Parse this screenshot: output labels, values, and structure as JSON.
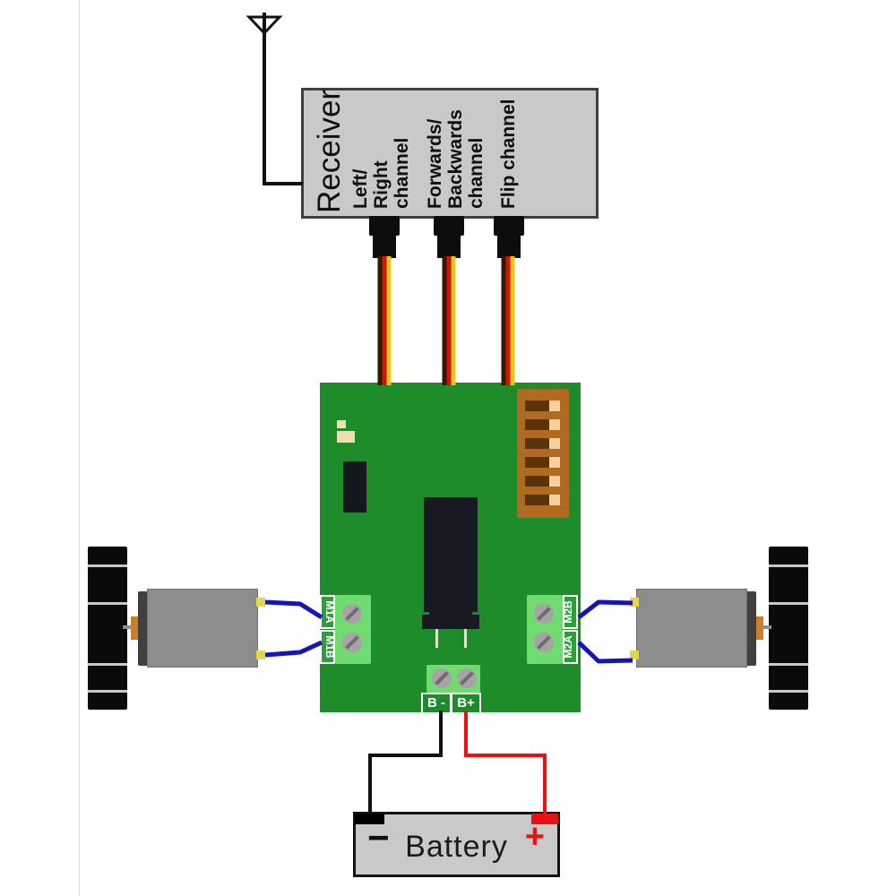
{
  "receiver": {
    "title": "Receiver",
    "channels": [
      {
        "lines": [
          "Left/",
          "Right",
          "channel"
        ]
      },
      {
        "lines": [
          "Forwards/",
          "Backwards",
          "channel"
        ]
      },
      {
        "lines": [
          "Flip channel"
        ]
      }
    ]
  },
  "board": {
    "m1_labels": [
      "M1A",
      "M1B"
    ],
    "m2_labels": [
      "M2B",
      "M2A"
    ],
    "battery_labels": [
      "B -",
      "B+"
    ],
    "dip_switch_count": 6
  },
  "battery": {
    "negative": "−",
    "label": "Battery",
    "positive": "+"
  },
  "colors": {
    "pcb_green": "#1f8c2c",
    "terminal_green": "#70db70",
    "receiver_gray": "#c9c9c9",
    "battery_gray": "#c9c9c9",
    "dip_brown": "#b16a1f",
    "servo_wire_black": "#2f1c03",
    "servo_wire_red": "#d01408",
    "servo_wire_yellow": "#e8c71c",
    "motor_wire_blue": "#1414b8",
    "battery_wire_red": "#e81212",
    "battery_wire_black": "#111111"
  }
}
